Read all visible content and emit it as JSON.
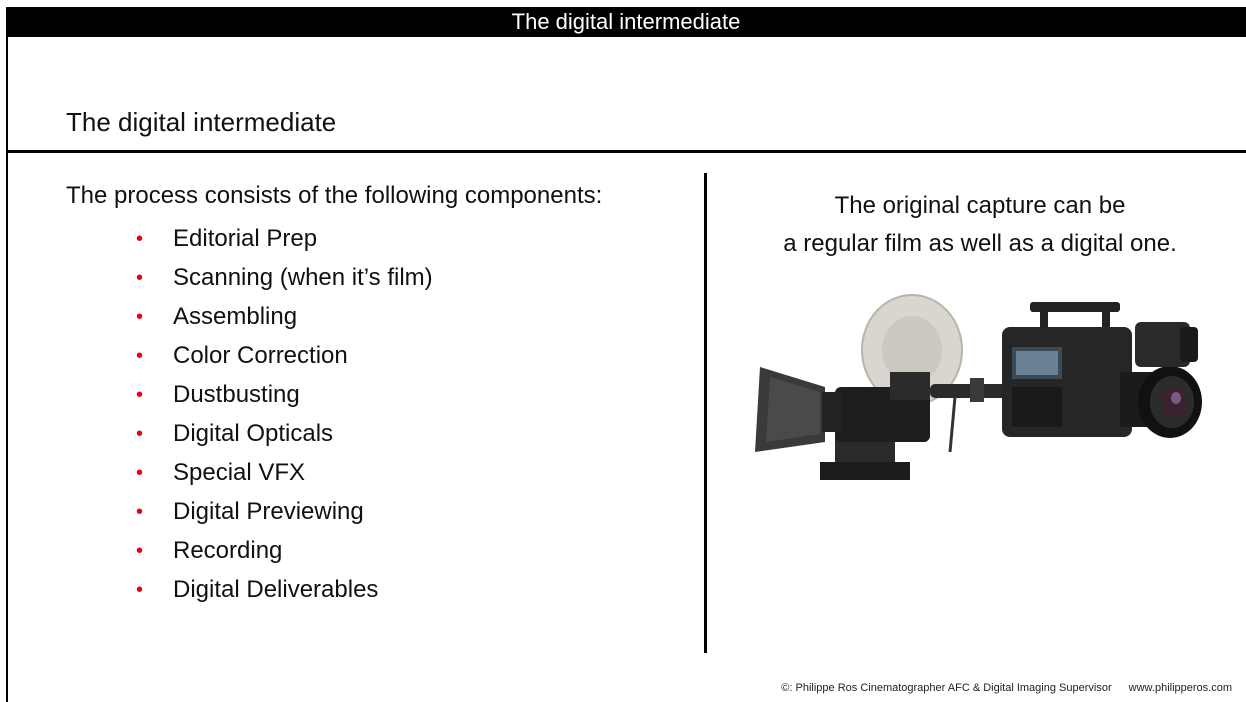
{
  "header": {
    "bar_title": "The digital intermediate"
  },
  "slide": {
    "title": "The digital intermediate",
    "intro": "The process consists of the following components:",
    "bullets": [
      "Editorial Prep",
      "Scanning  (when it’s film)",
      "Assembling",
      "Color Correction",
      "Dustbusting",
      "Digital Opticals",
      "Special VFX",
      "Digital Previewing",
      "Recording",
      "Digital Deliverables"
    ],
    "bullet_glyph": "•",
    "caption_line1": "The original capture can be",
    "caption_line2": "a regular film as well as a digital one.",
    "image": {
      "content": "film-camera-and-digital-camera-photo"
    }
  },
  "footer": {
    "credit": "©: Philippe Ros Cinematographer AFC & Digital Imaging Supervisor",
    "url": "www.philipperos.com"
  },
  "colors": {
    "bullet": "#e8000f",
    "bar": "#000000"
  }
}
